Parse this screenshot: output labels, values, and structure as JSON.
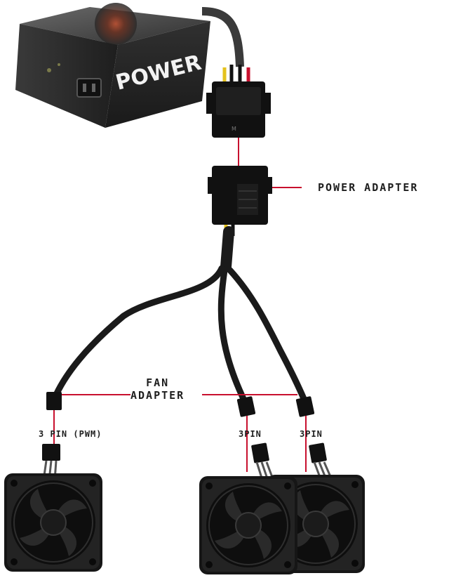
{
  "psu": {
    "brand_text": "POWER"
  },
  "labels": {
    "power_adapter": "POWER ADAPTER",
    "fan_adapter_line1": "FAN",
    "fan_adapter_line2": "ADAPTER",
    "pin_left": "3 PIN (PWM)",
    "pin_middle": "3PIN",
    "pin_right": "3PIN"
  },
  "colors": {
    "callout_line": "#c8102e",
    "psu_body": "#2b2b2b",
    "cable": "#1a1a1a",
    "connector": "#111111",
    "fan_frame": "#161616"
  }
}
